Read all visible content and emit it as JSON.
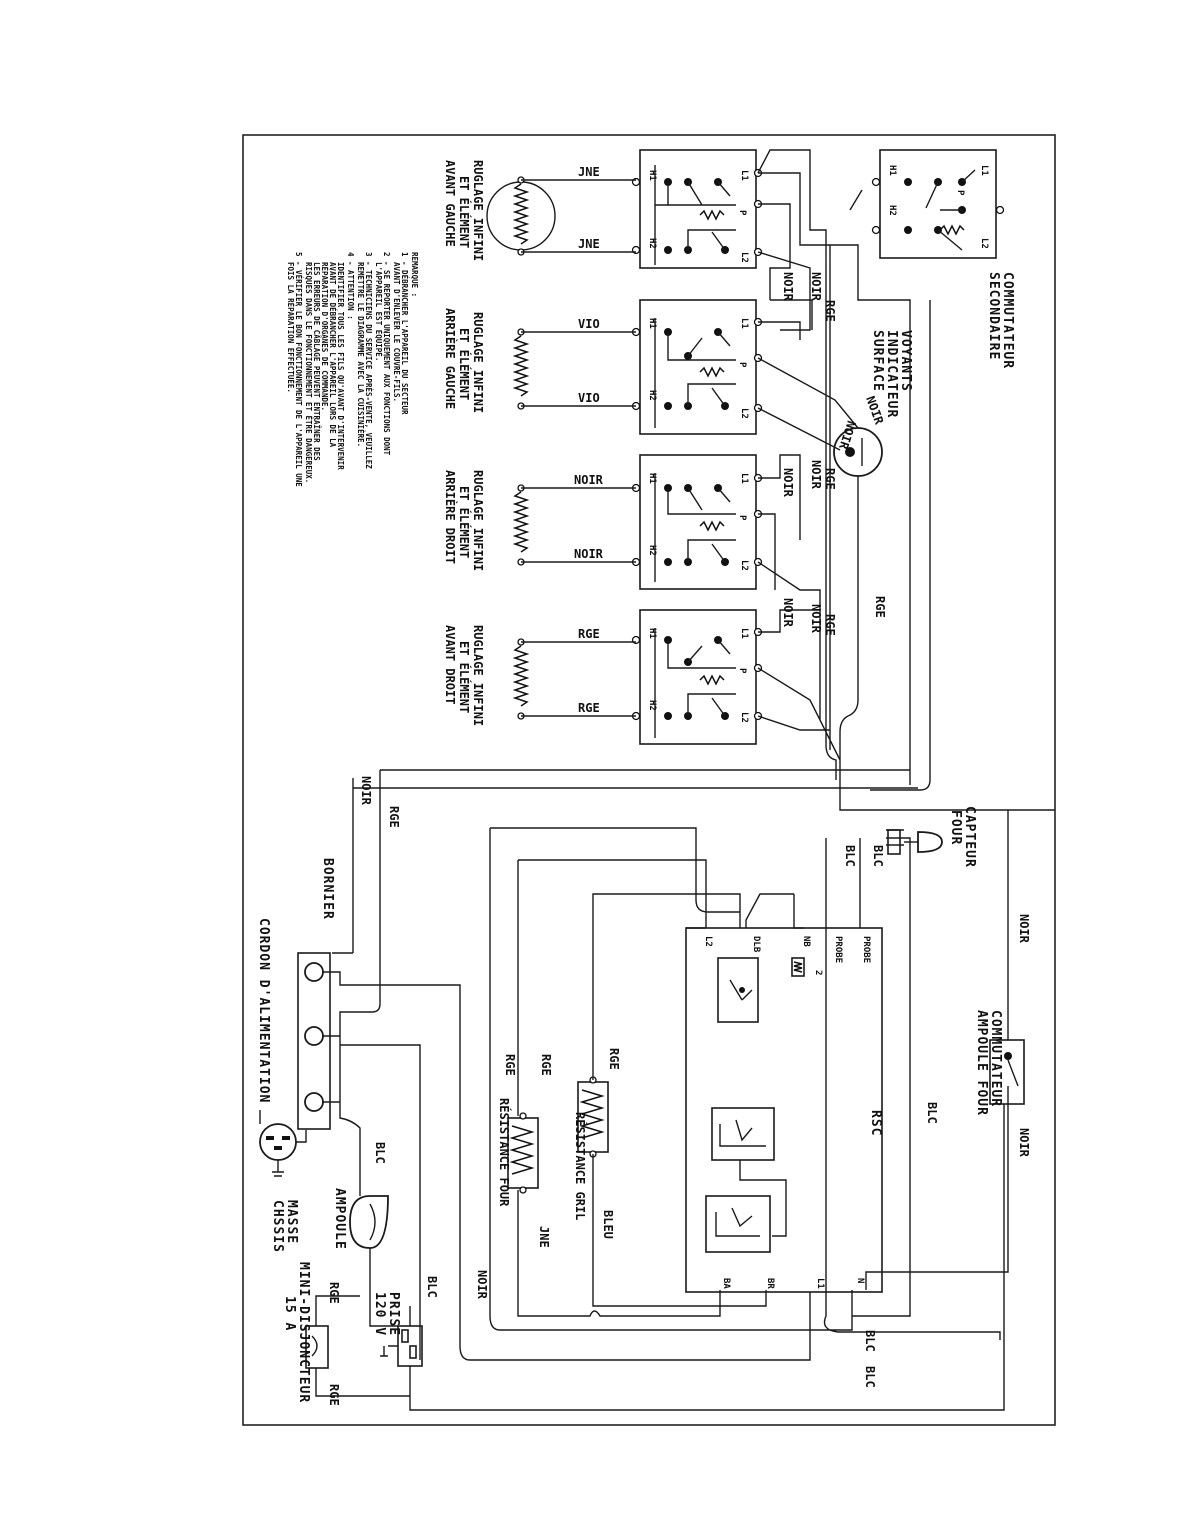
{
  "diagram": {
    "switches": [
      {
        "label": "RUGLAGE INFINI",
        "sub": "ET ÉLÉMENT",
        "pos": "AVANT GAUCHE",
        "wire": "JNE"
      },
      {
        "label": "RUGLAGE INFINI",
        "sub": "ET ÉLÉMENT",
        "pos": "ARRIÈRE GAUCHE",
        "wire": "VIO"
      },
      {
        "label": "RUGLAGE INFINI",
        "sub": "ET ÉLÉMENT",
        "pos": "ARRIÈRE DROIT",
        "wire": "NOIR"
      },
      {
        "label": "RUGLAGE INFINI",
        "sub": "ET ÉLÉMENT",
        "pos": "AVANT DROIT",
        "wire": "RGE"
      }
    ],
    "terminals": {
      "h1": "H1",
      "h2": "H2",
      "l1": "L1",
      "l2": "L2",
      "p": "P"
    },
    "commutateur_secondaire": {
      "line1": "COMMUTATEUR",
      "line2": "SECONDAIRE"
    },
    "voyants": {
      "line1": "VOYANTS",
      "line2": "INDICATEUR",
      "line3": "SURFACE"
    },
    "capteur": {
      "line1": "CAPTEUR",
      "line2": "FOUR"
    },
    "commutateur_ampoule": {
      "line1": "COMMUTATEUR",
      "line2": "AMPOULE FOUR"
    },
    "bornier": "BORNIER",
    "cordon": "CORDON D'ALIMENTATION",
    "masse": {
      "line1": "MASSE",
      "line2": "CHSSIS"
    },
    "ampoule": "AMPOULE",
    "prise": {
      "line1": "PRISE",
      "line2": "120 V"
    },
    "disjoncteur": {
      "line1": "MINI-DISJONCTEUR",
      "line2": "15 A"
    },
    "resistance_four": "RÉSISTANCE FOUR",
    "resistance_gril": "RÉSISTANCE GRIL",
    "rsc": "RSC",
    "rsc_terms": {
      "l2": "L2",
      "dlb": "DLB",
      "nb": "NB",
      "probe1": "PROBE",
      "probe2": "PROBE",
      "two": "2",
      "ba": "BA",
      "br": "BR",
      "l1": "L1",
      "n": "N"
    },
    "wires": {
      "noir": "NOIR",
      "rge": "RGE",
      "blc": "BLC",
      "jne": "JNE",
      "vio": "VIO",
      "bleu": "BLEU"
    },
    "remarques": {
      "title": "REMARQUE :",
      "lines": [
        "1 - DÉBRANCHER L'APPAREIL DU SECTEUR",
        "AVANT D'ENLEVER LE COUVRE-FILS.",
        "2 - SE REPORTER UNIQUEMENT AUX FONCTIONS DONT",
        "L'APPAREIL EST ÉQUIPÉ.",
        "3 - TECHNICIENS DU SERVICE APRÈS-VENTE, VEUILLEZ",
        "REMETTRE LE DIAGRAMME AVEC LA CUISINIÈRE.",
        "4 - ATTENTION :",
        "IDENTIFIER TOUS LES FILS QU'AVANT D'INTERVENIR",
        "AVANT DE DÉBRANCHER L'APPAREIL LORS DE LA",
        "RÉPARATION D'ORGANES DE COMMANDE.",
        "LES ERREURS DE CÂBLAGE PEUVENT ENTRAÎNER DES",
        "RISQUES DANS LE FONCTIONNEMENT ET ÊTRE DANGEREUX.",
        "5 - VÉRIFIER LE BON FONCTIONNEMENT DE L'APPAREIL UNE",
        "FOIS LA RÉPARATION EFFECTUÉE."
      ]
    }
  }
}
